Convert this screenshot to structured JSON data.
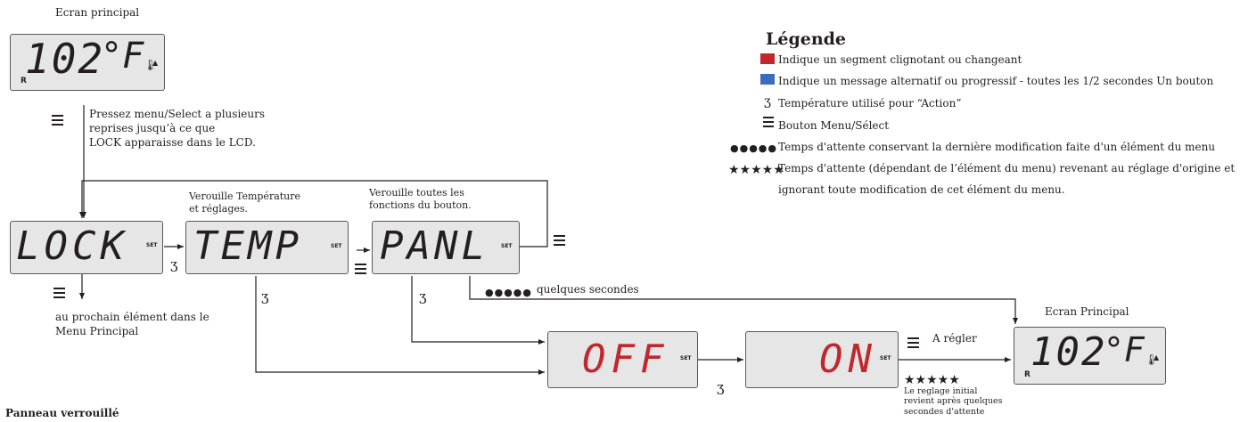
{
  "screens": {
    "top_title": "Ecran principal",
    "top_display": "102",
    "top_unit": "°F",
    "r_label": "R",
    "lock": "LOCK",
    "temp": "TEMP",
    "panl": "PANL",
    "off": "OFF",
    "on": "ON",
    "set_label": "SET",
    "right_title": "Ecran Principal",
    "right_display": "102",
    "right_unit": "°F"
  },
  "notes": {
    "press_menu_1": "Pressez menu/Select a plusieurs",
    "press_menu_2": "reprises jusqu’à ce que",
    "press_menu_3": "LOCK apparaisse dans le LCD.",
    "lock_temp_1": "Verouille Température",
    "lock_temp_2": "et  réglages.",
    "lock_all_1": "Verouille toutes les",
    "lock_all_2": "fonctions du bouton.",
    "next_item_1": "au prochain élément dans le",
    "next_item_2": "Menu Principal",
    "few_seconds": "quelques secondes",
    "to_adjust": "A régler",
    "reset_1": "Le reglage initial",
    "reset_2": "revient après quelques",
    "reset_3": "secondes d'attente",
    "footer": "Panneau verrouillé"
  },
  "legend": {
    "title": "Légende",
    "red_color": "#c1272d",
    "blue_color": "#3b6dbf",
    "red_text": "Indique un segment clignotant ou changeant",
    "blue_text": "Indique un message alternatif ou progressif - toutes les 1/2 secondes Un bouton",
    "temp_text": "Température  utilisé pour “Action”",
    "menu_text": "Bouton Menu/Sélect",
    "dots_text": "Temps d'attente  conservant la dernière modification faite d'un élément du menu",
    "stars_text_1": "Temps d'attente (dépendant de l’élément du menu) revenant au réglage d'origine et",
    "stars_text_2": "ignorant toute modification de cet élément du menu."
  },
  "symbols": {
    "temp_icon": "temperature-button-icon",
    "menu_icon": "menu-select-button-icon",
    "dots": "●●●●●",
    "stars": "★★★★★"
  }
}
